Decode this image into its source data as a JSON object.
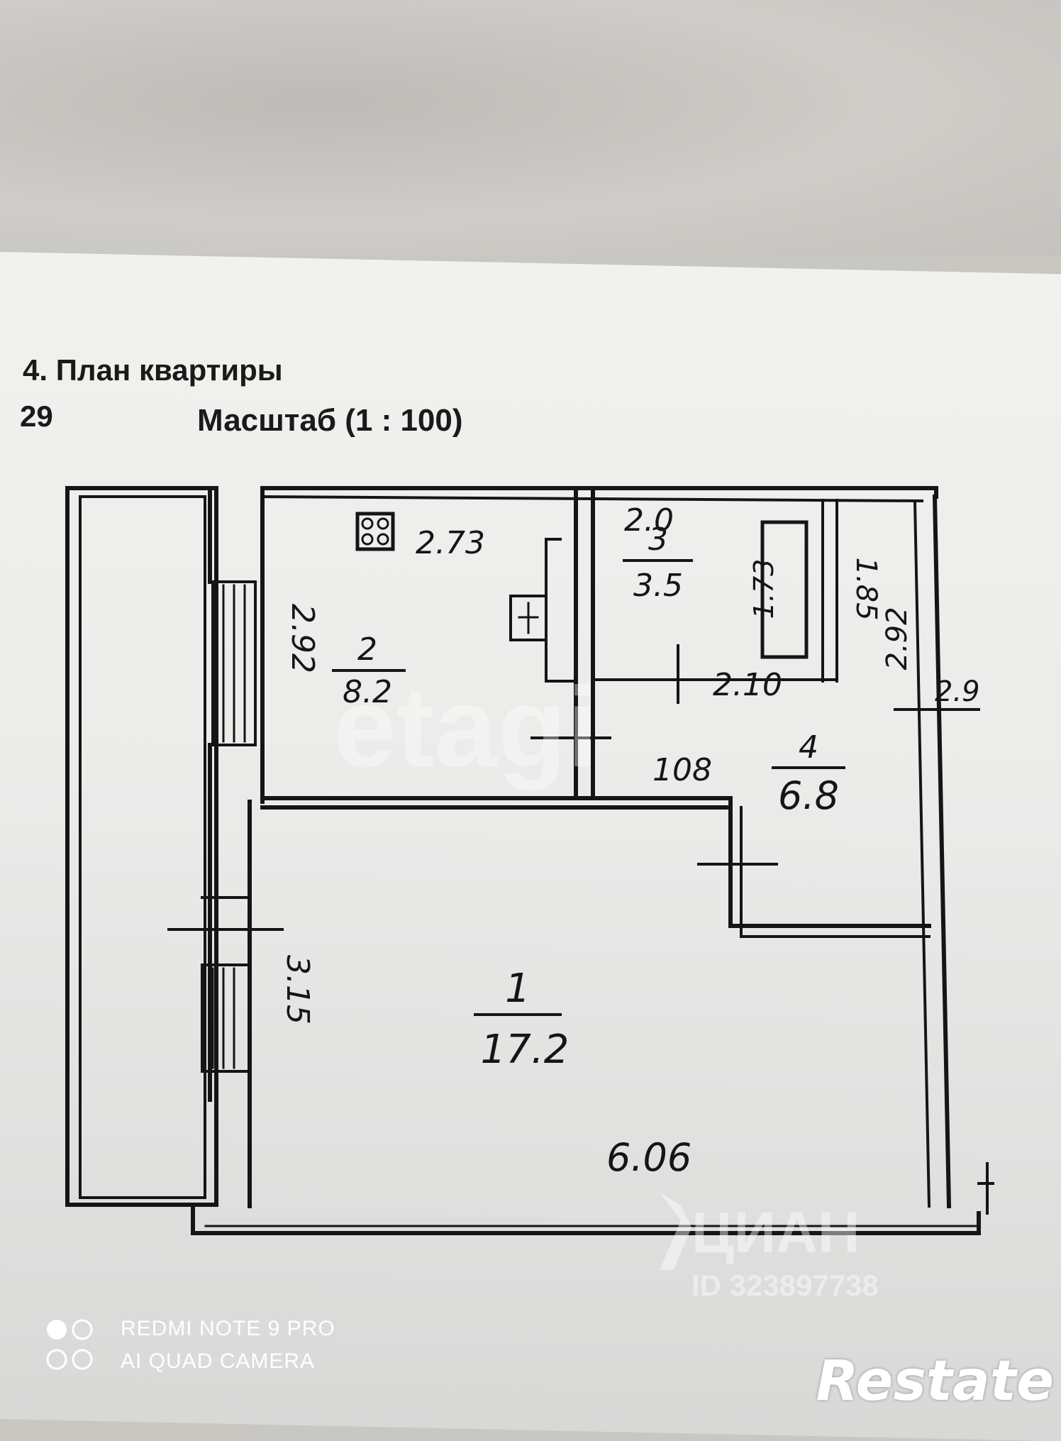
{
  "header": {
    "title": "4. План квартиры",
    "number": "29",
    "scale": "Масштаб (1 : 100)"
  },
  "plan": {
    "dimensions": {
      "d_273": "2.73",
      "d_292_left": "2.92",
      "d_20": "2.0",
      "d_173": "1.73",
      "d_185": "1.85",
      "d_292_right": "2.92",
      "d_29": "2.9",
      "d_210": "2.10",
      "d_108": "108",
      "d_315": "3.15",
      "d_606": "6.06"
    },
    "rooms": [
      {
        "number": "2",
        "area": "8.2"
      },
      {
        "number": "3",
        "area": "3.5"
      },
      {
        "number": "4",
        "area": "6.8"
      },
      {
        "number": "1",
        "area": "17.2"
      }
    ],
    "stove_icon": "stove-icon",
    "bathtub_icon": "bathtub-icon",
    "sink_icon": "sink-icon"
  },
  "watermarks": {
    "etagi": "etagi",
    "cian": "ЦИАН",
    "cian_id": "ID 323897738"
  },
  "camera": {
    "line1": "REDMI NOTE 9 PRO",
    "line2": "AI QUAD CAMERA"
  },
  "brand": "Restate"
}
